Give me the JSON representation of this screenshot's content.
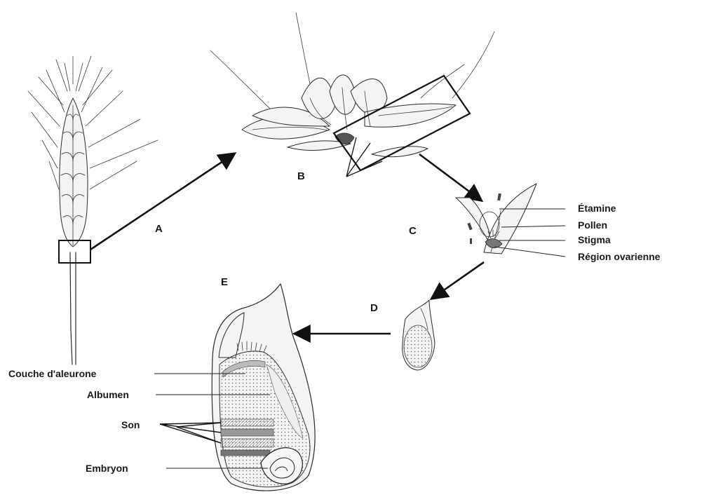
{
  "stage_labels": {
    "a": "A",
    "b": "B",
    "c": "C",
    "d": "D",
    "e": "E"
  },
  "flower_parts": {
    "stamen": "Étamine",
    "pollen": "Pollen",
    "stigma": "Stigma",
    "ovary_region": "Région ovarienne"
  },
  "grain_parts": {
    "aleurone_layer": "Couche d'aleurone",
    "albumen": "Albumen",
    "bran": "Son",
    "embryo": "Embryon"
  },
  "colors": {
    "ink": "#1a1a1a",
    "background": "#ffffff"
  }
}
